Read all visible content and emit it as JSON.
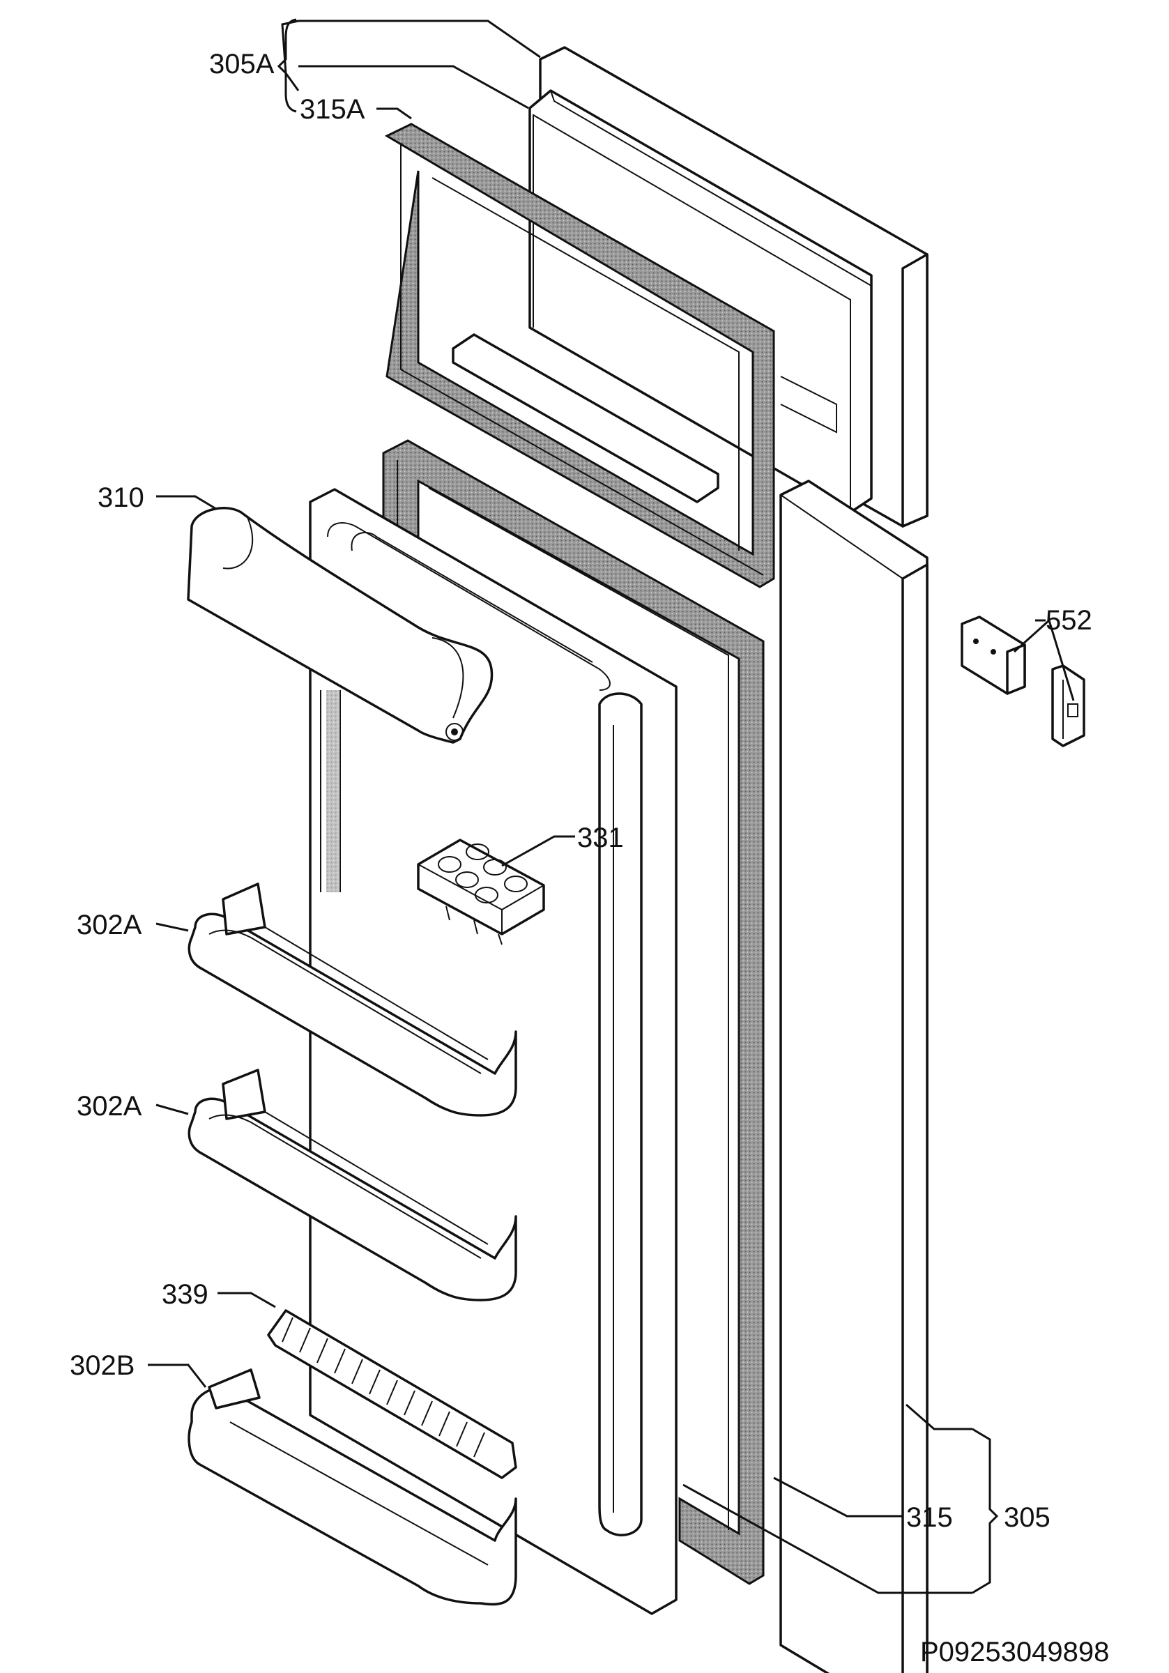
{
  "labels": {
    "l305A": "305A",
    "l315A": "315A",
    "l310": "310",
    "l552": "552",
    "l331": "331",
    "l302A_1": "302A",
    "l302A_2": "302A",
    "l339": "339",
    "l302B": "302B",
    "l315": "315",
    "l305": "305"
  },
  "footer": {
    "code": "P09253049898"
  }
}
